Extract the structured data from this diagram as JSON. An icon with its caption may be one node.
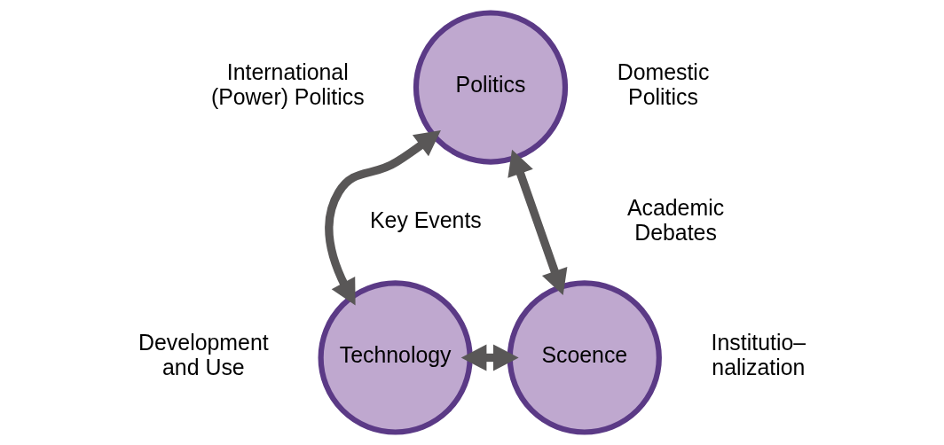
{
  "diagram": {
    "nodes": [
      {
        "text": [
          "Politics"
        ],
        "beside": [
          "International (Power) Politics",
          "Domestic Politics"
        ]
      },
      {
        "text": [
          "Technology"
        ],
        "beside": [
          "Key Events",
          "Development and Use"
        ]
      },
      {
        "text": [
          "Scoence"
        ],
        "beside": [
          "Academic Debates",
          "Institutio– nalization"
        ]
      }
    ],
    "edges": [
      {
        "from": 0,
        "to": 1,
        "arrow": "both"
      },
      {
        "from": 0,
        "to": 2,
        "arrow": "both"
      },
      {
        "from": 1,
        "to": 2,
        "arrow": "both"
      }
    ]
  }
}
